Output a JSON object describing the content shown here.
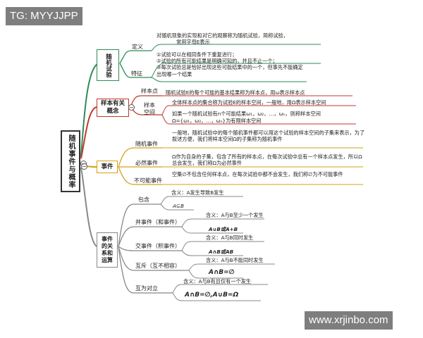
{
  "watermark_top": "TG: MYYJJPP",
  "watermark_bottom": "www.xrjinbo.com",
  "root": "随机事件与概率",
  "nodes": {
    "sy": {
      "title": "随机试验"
    },
    "yb": {
      "title": "样本有关概念"
    },
    "sj": {
      "title": "事件"
    },
    "gx": {
      "title": "事件的关系和运算"
    }
  },
  "labels": {
    "dingyi": "定义",
    "tezheng": "特征",
    "ybd": "样本点",
    "ybkj": "样本空间",
    "sjsj": "随机事件",
    "brsj": "必然事件",
    "bknsj": "不可能事件",
    "bh": "包含",
    "bsj": "并事件（和事件）",
    "jsj": "交事件（积事件）",
    "hc": "互斥（互不相容）",
    "hwdl": "互为对立"
  },
  "texts": {
    "def1": "对随机现象的实现和对它的观察称为随机试验，简称试验，",
    "def2": "常用字母E表示",
    "f1": "①试验可以在相同条件下重复进行；",
    "f2": "②试验的所有可能结果是明确可知的，并且不止一个；",
    "f3": "③每次试验总是恰好出现这些可能结果中的一个，但事先不能确定",
    "f4": "出现哪一个结果",
    "ybd": "随机试验E的每个可能的基本结果称为样本点，用ω表示样本点",
    "kj1": "全体样本点的集合称为试验E的样本空间，一般地，用Ω表示样本空间",
    "kj2": "如果一个随机试验有n个可能结果ω₁，ω₂，…，ωₙ，则称样本空间",
    "kj3": "Ω={ω₁，ω₂，…，ωₙ}为有限样本空间",
    "sj": "一般地，随机试验中的每个随机事件都可以用这个试验的样本空间的子集来表示，为了叙述方便，我们将样本空间Ω的子集称为随机事件",
    "br": "Ω作为自身的子集，包含了所有的样本点，在每次试验中总有一个样本点发生，所以Ω总会发生，我们称Ω为必然事件",
    "bkn": "空集∅不包含任何样本点，在每次试验中都不会发生，我们称∅为不可能事件",
    "bh1": "含义：A发生导致B发生",
    "bh2": "A⊆B",
    "b1": "含义：A与B至少一个发生",
    "b2": "A∪B或A+B",
    "j1": "含义：A与B同时发生",
    "j2": "A∩B或AB",
    "h1": "含义：A与B不能同时发生",
    "h2": "A∩B=∅",
    "d1": "含义：A与B有且仅有一个发生",
    "d2": "A∩B=∅,A∪B=Ω"
  },
  "colors": {
    "red": "#c0392b",
    "green": "#2e8b57",
    "orange": "#d4a017",
    "grey": "#888888"
  }
}
